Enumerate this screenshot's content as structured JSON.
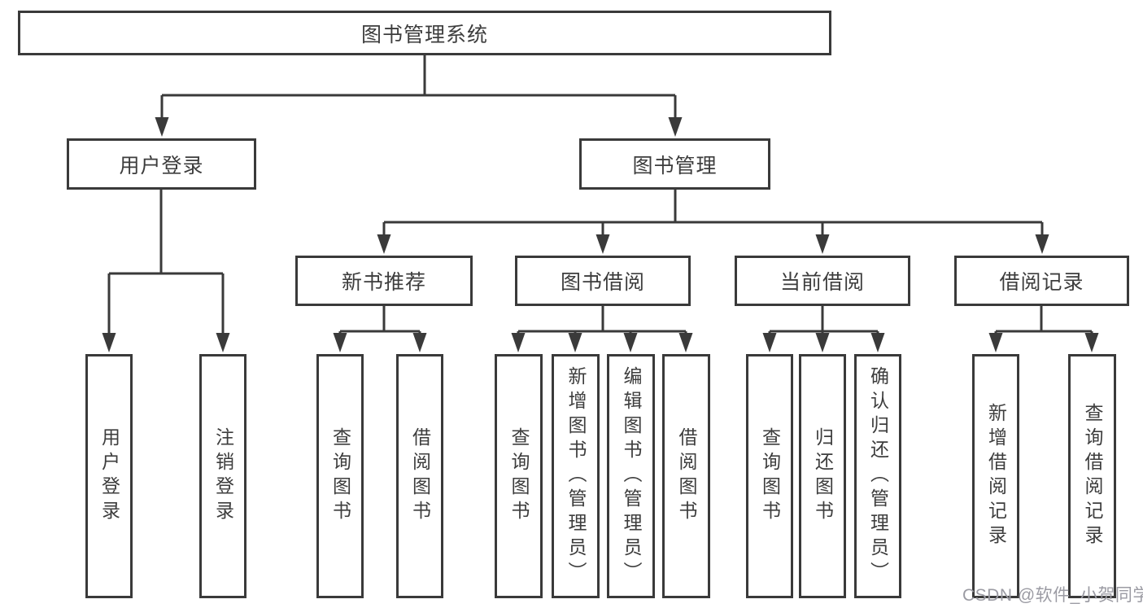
{
  "diagram": {
    "root": {
      "label": "图书管理系统"
    },
    "level2": {
      "user_login": {
        "label": "用户登录"
      },
      "book_management": {
        "label": "图书管理"
      }
    },
    "level3": {
      "new_book_recommend": {
        "label": "新书推荐"
      },
      "book_borrow": {
        "label": "图书借阅"
      },
      "current_borrow": {
        "label": "当前借阅"
      },
      "borrow_records": {
        "label": "借阅记录"
      }
    },
    "leaves": {
      "user_login": {
        "label": "用户登录"
      },
      "logout": {
        "label": "注销登录"
      },
      "nb_query_books": {
        "label": "查询图书"
      },
      "nb_borrow_books": {
        "label": "借阅图书"
      },
      "bb_query_books": {
        "label": "查询图书"
      },
      "bb_add_books_admin": {
        "label": "新增图书（管理员）"
      },
      "bb_edit_books_admin": {
        "label": "编辑图书（管理员）"
      },
      "bb_borrow_books": {
        "label": "借阅图书"
      },
      "cb_query_books": {
        "label": "查询图书"
      },
      "cb_return_books": {
        "label": "归还图书"
      },
      "cb_confirm_return_admin": {
        "label": "确认归还（管理员）"
      },
      "br_add_record": {
        "label": "新增借阅记录"
      },
      "br_query_record": {
        "label": "查询借阅记录"
      }
    }
  },
  "watermark": {
    "text": "CSDN @软件_小贺同学"
  },
  "colors": {
    "line": "#3a3a3a",
    "text": "#3d3d3d",
    "watermark": "#9b9ba3",
    "background": "#ffffff"
  }
}
